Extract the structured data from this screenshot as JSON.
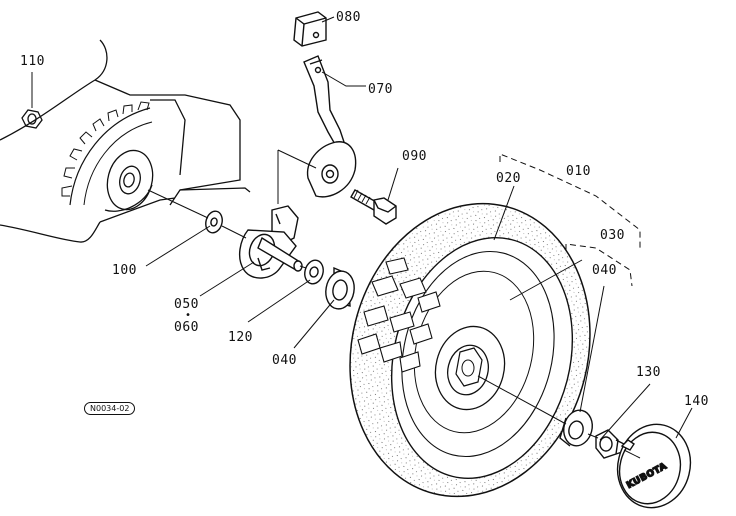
{
  "diagram": {
    "ref_code": "N0034-02",
    "brand_text": "KUBOTA",
    "parts": [
      {
        "id": "p080",
        "label": "080"
      },
      {
        "id": "p070",
        "label": "070"
      },
      {
        "id": "p110",
        "label": "110"
      },
      {
        "id": "p090",
        "label": "090"
      },
      {
        "id": "p020",
        "label": "020"
      },
      {
        "id": "p010",
        "label": "010"
      },
      {
        "id": "p030",
        "label": "030"
      },
      {
        "id": "p040a",
        "label": "040"
      },
      {
        "id": "p100",
        "label": "100"
      },
      {
        "id": "p050",
        "label": "050"
      },
      {
        "id": "p050dot",
        "label": "•"
      },
      {
        "id": "p060",
        "label": "060"
      },
      {
        "id": "p120",
        "label": "120"
      },
      {
        "id": "p040b",
        "label": "040"
      },
      {
        "id": "p130",
        "label": "130"
      },
      {
        "id": "p140",
        "label": "140"
      }
    ]
  }
}
